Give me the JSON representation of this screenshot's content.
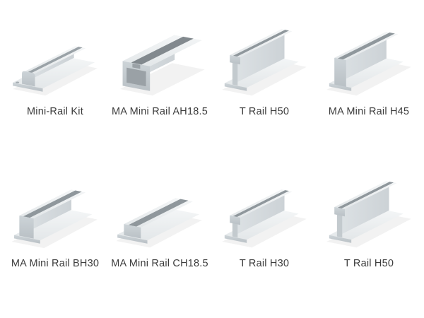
{
  "page": {
    "background": "#ffffff"
  },
  "colors": {
    "label_text": "#3c3c3c",
    "metal_light": "#eef1f3",
    "metal_mid": "#ccd3d7",
    "metal_dark": "#b7bec3"
  },
  "products": [
    {
      "label": "Mini-Rail Kit",
      "icon": "#sym-mini-rail-kit"
    },
    {
      "label": "MA Mini Rail AH18.5",
      "icon": "#sym-c-channel"
    },
    {
      "label": "T Rail H50",
      "icon": "#sym-t-rail-h50"
    },
    {
      "label": "MA Mini Rail H45",
      "icon": "#sym-rail-h45"
    },
    {
      "label": "MA Mini Rail BH30",
      "icon": "#sym-rail-bh30"
    },
    {
      "label": "MA Mini Rail CH18.5",
      "icon": "#sym-rail-ch18"
    },
    {
      "label": "T Rail H30",
      "icon": "#sym-t-rail-h30"
    },
    {
      "label": "T Rail H50",
      "icon": "#sym-t-rail-h50"
    }
  ]
}
